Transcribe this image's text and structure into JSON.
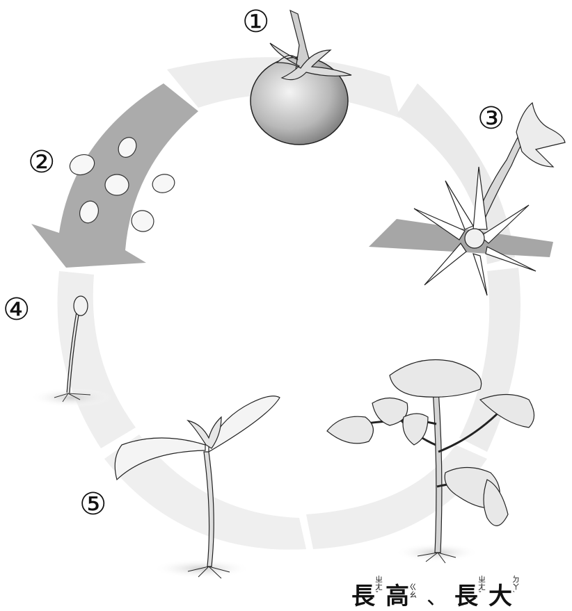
{
  "stages": [
    {
      "number": "①",
      "subject": "tomato-fruit"
    },
    {
      "number": "②",
      "subject": "seeds"
    },
    {
      "number": "③",
      "subject": "flower"
    },
    {
      "number": "④",
      "subject": "germinating-seedling"
    },
    {
      "number": "⑤",
      "subject": "young-seedling"
    },
    {
      "number": "",
      "subject": "mature-plant"
    }
  ],
  "caption": {
    "word1": "長",
    "word1_zhuyin": "ㄓㄤˇ",
    "word2": "高",
    "word2_zhuyin": "ㄍㄠ",
    "separator": "、",
    "word3": "長",
    "word3_zhuyin": "ㄓㄤˇ",
    "word4": "大",
    "word4_zhuyin": "ㄉㄚˋ"
  },
  "colors": {
    "arrow_light": "#ececec",
    "arrow_dark": "#a9a9a9",
    "ink": "#111111"
  }
}
